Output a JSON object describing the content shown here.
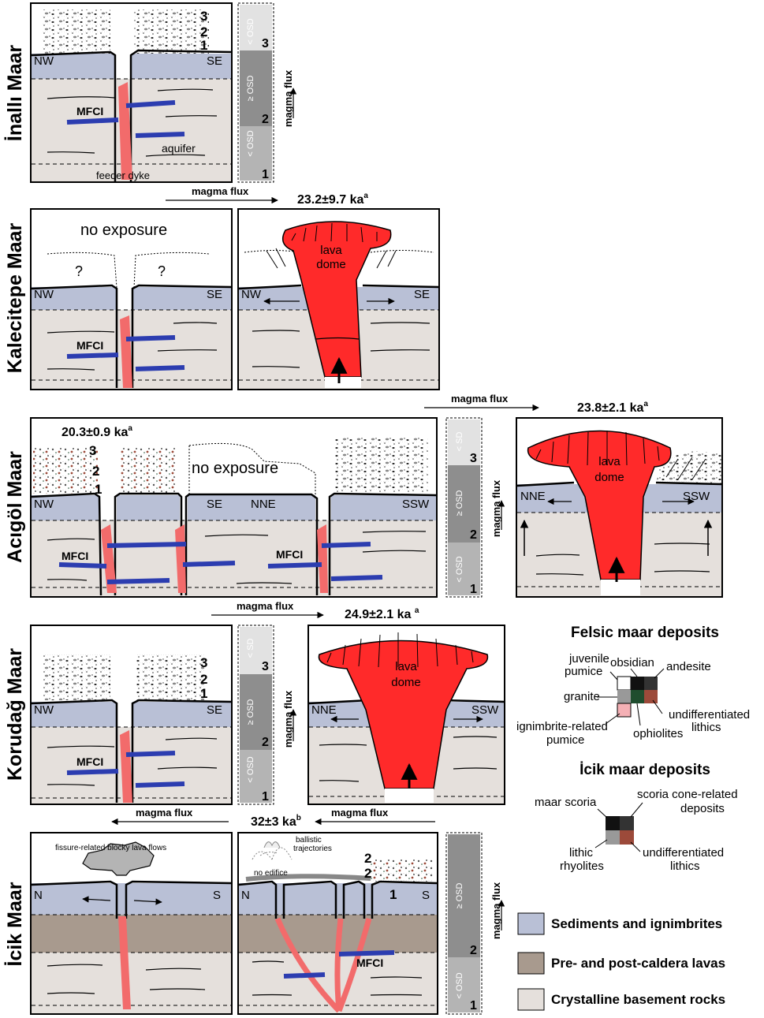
{
  "rows": {
    "inalli": "İnallı Maar",
    "kalecitepe": "Kalecitepe Maar",
    "acigol": "Acıgöl Maar",
    "korudag": "Korudağ Maar",
    "icik": "İcik Maar"
  },
  "labels": {
    "nw": "NW",
    "se": "SE",
    "nne": "NNE",
    "ssw": "SSW",
    "n": "N",
    "s": "S",
    "mfci": "MFCI",
    "aquifer": "aquifer",
    "feeder_dyke": "feeder dyke",
    "no_exposure": "no exposure",
    "question": "?",
    "lava": "lava",
    "dome": "dome",
    "magma_flux": "magma flux",
    "osd_lt": "< OSD",
    "osd_ge": "≥ OSD",
    "sd_lt": "< SD",
    "one": "1",
    "two": "2",
    "three": "3",
    "fissure_flows": "fissure-related blocky lava flows",
    "ballistic1": "ballistic",
    "ballistic2": "trajectories",
    "no_edifice": "no edifice"
  },
  "ages": {
    "kalecitepe": "23.2±9.7 ka",
    "kalecitepe_sup": "a",
    "acigol_unit": "20.3±0.9 ka",
    "acigol_unit_sup": "a",
    "acigol_dome": "23.8±2.1 ka",
    "acigol_dome_sup": "a",
    "korudag": "24.9±2.1 ka ",
    "korudag_sup": "a",
    "icik": "32±3 ka",
    "icik_sup": "b"
  },
  "felsic": {
    "title": "Felsic maar deposits",
    "juvenile": "juvenile",
    "pumice": "pumice",
    "obsidian": "obsidian",
    "andesite": "andesite",
    "granite": "granite",
    "undiff1": "undifferentiated",
    "undiff2": "lithics",
    "ignimbrite1": "ignimbrite-related",
    "ignimbrite2": "pumice",
    "ophiolites": "ophiolites"
  },
  "icikdep": {
    "title": "İcik maar deposits",
    "maar_scoria": "maar scoria",
    "scoria_cone1": "scoria cone-related",
    "scoria_cone2": "deposits",
    "lithic1": "lithic",
    "lithic2": "rhyolites",
    "undiff1": "undifferentiated",
    "undiff2": "lithics"
  },
  "legend": {
    "sediments": "Sediments and ignimbrites",
    "lavas": "Pre- and post-caldera lavas",
    "basement": "Crystalline basement rocks"
  },
  "colors": {
    "sediment": "#b9c0d6",
    "basement": "#e5e0dc",
    "lavas": "#a89a8e",
    "lava": "#ff2a2a",
    "dyke": "#f26b6b",
    "aquifer": "#2c3db0",
    "gray_light": "#e2e2e2",
    "gray_dark": "#8e8e8e",
    "gray_mid": "#b4b4b4"
  }
}
